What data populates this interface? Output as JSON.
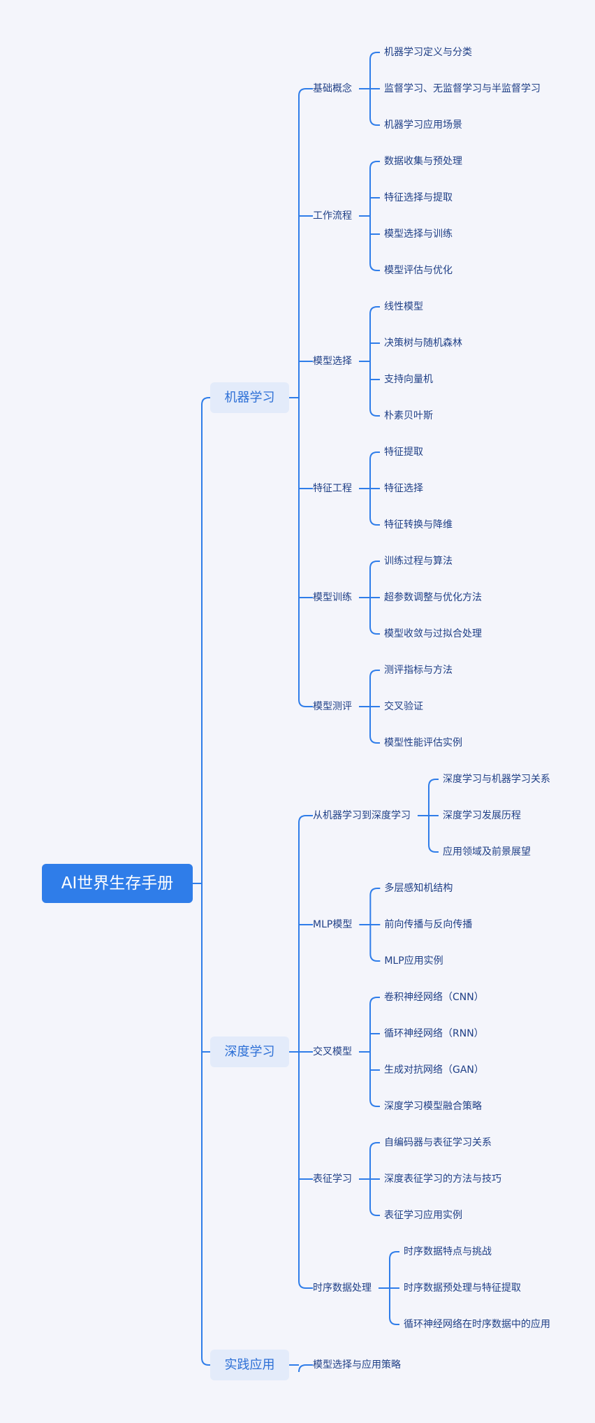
{
  "root": "AI世界生存手册",
  "colors": {
    "background": "#f4f5fb",
    "accent": "#2f7de9",
    "branch_fill": "#e3ebfa",
    "text": "#1f3f86"
  },
  "branches": [
    {
      "label": "机器学习",
      "children": [
        {
          "label": "基础概念",
          "children": [
            "机器学习定义与分类",
            "监督学习、无监督学习与半监督学习",
            "机器学习应用场景"
          ]
        },
        {
          "label": "工作流程",
          "children": [
            "数据收集与预处理",
            "特征选择与提取",
            "模型选择与训练",
            "模型评估与优化"
          ]
        },
        {
          "label": "模型选择",
          "children": [
            "线性模型",
            "决策树与随机森林",
            "支持向量机",
            "朴素贝叶斯"
          ]
        },
        {
          "label": "特征工程",
          "children": [
            "特征提取",
            "特征选择",
            "特征转换与降维"
          ]
        },
        {
          "label": "模型训练",
          "children": [
            "训练过程与算法",
            "超参数调整与优化方法",
            "模型收敛与过拟合处理"
          ]
        },
        {
          "label": "模型测评",
          "children": [
            "测评指标与方法",
            "交叉验证",
            "模型性能评估实例"
          ]
        }
      ]
    },
    {
      "label": "深度学习",
      "children": [
        {
          "label": "从机器学习到深度学习",
          "children": [
            "深度学习与机器学习关系",
            "深度学习发展历程",
            "应用领域及前景展望"
          ]
        },
        {
          "label": "MLP模型",
          "children": [
            "多层感知机结构",
            "前向传播与反向传播",
            "MLP应用实例"
          ]
        },
        {
          "label": "交叉模型",
          "children": [
            "卷积神经网络（CNN）",
            "循环神经网络（RNN）",
            "生成对抗网络（GAN）",
            "深度学习模型融合策略"
          ]
        },
        {
          "label": "表征学习",
          "children": [
            "自编码器与表征学习关系",
            "深度表征学习的方法与技巧",
            "表征学习应用实例"
          ]
        },
        {
          "label": "时序数据处理",
          "children": [
            "时序数据特点与挑战",
            "时序数据预处理与特征提取",
            "循环神经网络在时序数据中的应用"
          ]
        }
      ]
    },
    {
      "label": "实践应用",
      "children": [
        {
          "label": "模型选择与应用策略",
          "children": []
        }
      ]
    }
  ]
}
